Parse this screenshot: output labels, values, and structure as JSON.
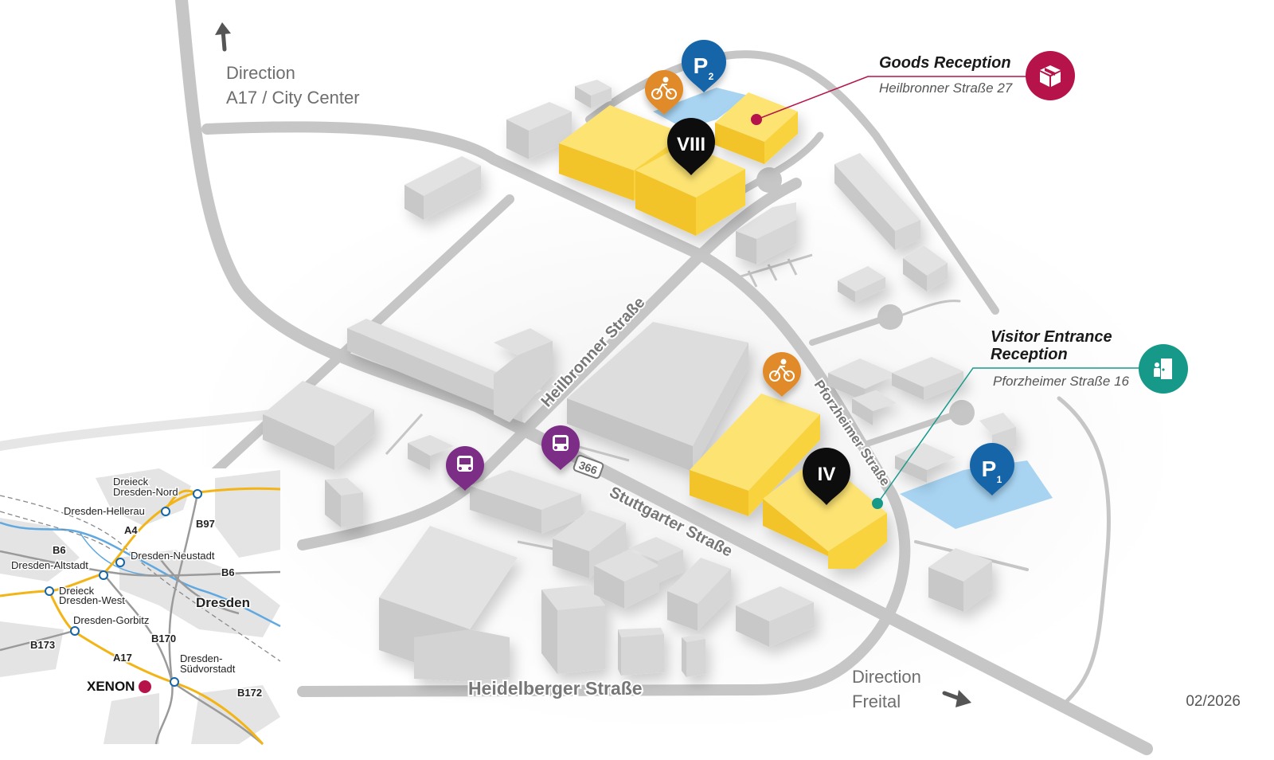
{
  "title": "",
  "labels": {
    "direction_north_line1": "Direction",
    "direction_north_line2": "A17 / City Center",
    "direction_south_line1": "Direction",
    "direction_south_line2": "Freital",
    "date": "02/2026"
  },
  "streets": {
    "heilbronner": "Heilbronner Straße",
    "stuttgarter": "Stuttgarter Straße",
    "pforzheimer": "Pforzheimer Straße",
    "heidelberger": "Heidelberger Straße",
    "route_number": "366"
  },
  "callouts": {
    "goods": {
      "title": "Goods Reception",
      "address": "Heilbronner Straße 27",
      "color": "#b5134a",
      "icon": "package-icon"
    },
    "visitor": {
      "title_line1": "Visitor Entrance",
      "title_line2": "Reception",
      "address": "Pforzheimer Straße 16",
      "color": "#17998a",
      "icon": "door-icon"
    }
  },
  "markers": {
    "building_viii": "VIII",
    "building_iv": "IV",
    "parking_2": "P",
    "parking_2_sub": "2",
    "parking_1": "P",
    "parking_1_sub": "1"
  },
  "colors": {
    "building_highlight": "#fddc3f",
    "building_grey": "#d3d3d3",
    "road": "#c4c4c4",
    "parking_area": "#a8d4f2",
    "parking_marker": "#1565a9",
    "bike_marker": "#e08a2a",
    "bus_marker": "#7b2d86",
    "building_marker": "#111111",
    "motorway": "#f3b416",
    "river": "#5fa8e0"
  },
  "inset": {
    "places": [
      "Dreieck",
      "Dresden-Nord",
      "Dresden-Hellerau",
      "A4",
      "B97",
      "B6",
      "Dresden-Neustadt",
      "Dresden-Altstadt",
      "B6",
      "Dreieck",
      "Dresden-West",
      "Dresden",
      "Dresden-Gorbitz",
      "B173",
      "B170",
      "A17",
      "Dresden-",
      "Südvorstadt",
      "B172"
    ],
    "logo": "XENON"
  }
}
